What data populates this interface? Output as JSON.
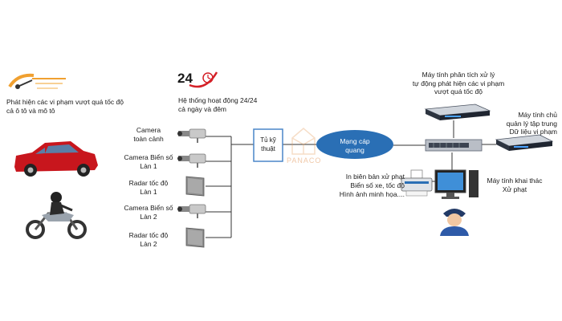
{
  "left": {
    "speed_label_line1": "Phát hiện các vi phạm vượt quá tốc độ",
    "speed_label_line2": "cả ô tô và mô tô"
  },
  "ops": {
    "logo_text": "24",
    "label_line1": "Hệ thống hoạt động 24/24",
    "label_line2": "cả ngày và đêm"
  },
  "devices": [
    {
      "line1": "Camera",
      "line2": "toàn cảnh"
    },
    {
      "line1": "Camera Biển số",
      "line2": "Làn 1"
    },
    {
      "line1": "Radar tốc độ",
      "line2": "Làn 1"
    },
    {
      "line1": "Camera Biển số",
      "line2": "Làn 2"
    },
    {
      "line1": "Radar tốc độ",
      "line2": "Làn 2"
    }
  ],
  "cabinet": {
    "line1": "Tủ kỹ",
    "line2": "thuật"
  },
  "network": {
    "line1": "Mạng cáp",
    "line2": "quang"
  },
  "watermark": "PANACO",
  "print": {
    "line1": "In biên bản xử phạt",
    "line2": "Biển số xe, tốc độ",
    "line3": "Hình ảnh minh họa...."
  },
  "server1": {
    "line1": "Máy tính phân tích xử lý",
    "line2": "tự động phát hiện các vi phạm",
    "line3": "vượt quá tốc độ"
  },
  "server2": {
    "line1": "Máy tính chủ",
    "line2": "quản lý tập trung",
    "line3": "Dữ liệu vi phạm"
  },
  "workstation": {
    "line1": "Máy tính khai thác",
    "line2": "Xử phạt"
  },
  "colors": {
    "car": "#c8161d",
    "cloud": "#2a6fb5",
    "cabinet_border": "#4a86c8",
    "line": "#333333",
    "speed_orange": "#f0a030",
    "logo_red": "#d42027"
  }
}
